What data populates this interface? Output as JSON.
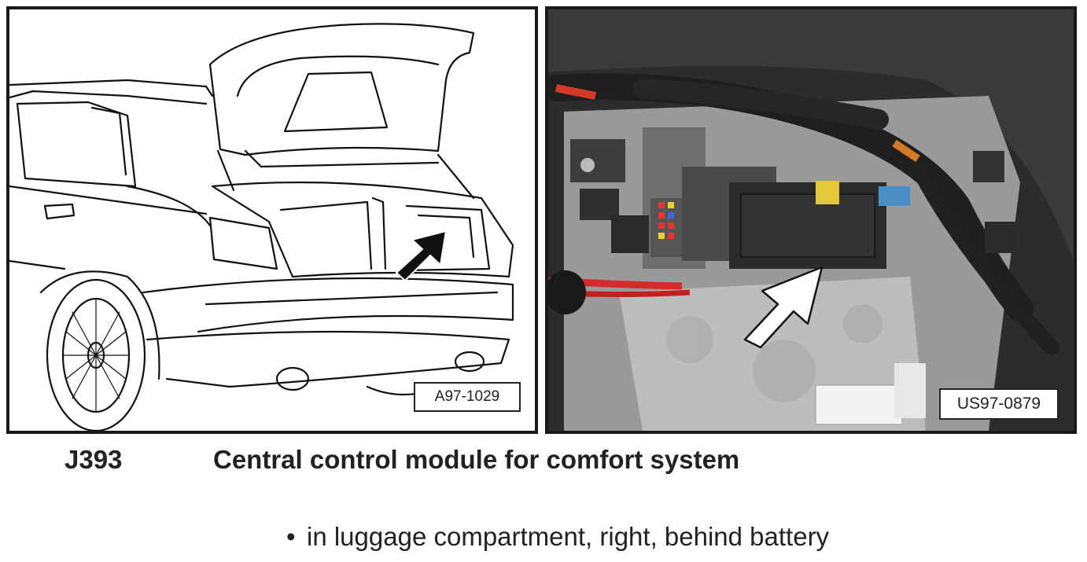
{
  "left_figure": {
    "label": "A97-1029",
    "description_icon": "car-trunk-illustration"
  },
  "right_figure": {
    "label": "US97-0879",
    "description_icon": "luggage-compartment-photo"
  },
  "caption": {
    "code": "J393",
    "title": "Central control module for comfort system"
  },
  "location": {
    "bullet": "•",
    "text": "in luggage compartment, right, behind battery"
  }
}
